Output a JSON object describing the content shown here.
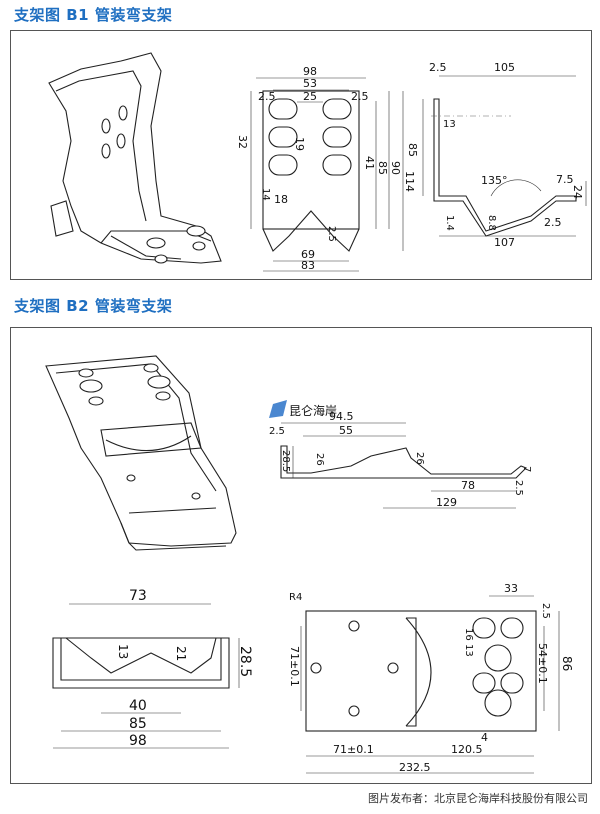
{
  "sections": [
    {
      "title": "支架图  B1  管装弯支架"
    },
    {
      "title": "支架图  B2  管装弯支架"
    }
  ],
  "b1": {
    "front": {
      "dims": [
        "98",
        "53",
        "25",
        "2.5",
        "2.5",
        "32",
        "19",
        "41",
        "85",
        "90",
        "114",
        "14",
        "18",
        "2.5",
        "69",
        "83"
      ]
    },
    "side": {
      "dims": [
        "2.5",
        "105",
        "13",
        "85",
        "135°",
        "8.8",
        "7.5",
        "24",
        "1.4",
        "2.5",
        "107"
      ]
    }
  },
  "b2": {
    "logo": "昆仑海岸",
    "side": {
      "dims": [
        "94.5",
        "55",
        "2.5",
        "28.5",
        "26",
        "26",
        "7",
        "78",
        "2.5",
        "129"
      ]
    },
    "front": {
      "dims": [
        "73",
        "13",
        "21",
        "28.5",
        "40",
        "85",
        "98"
      ]
    },
    "top": {
      "dims": [
        "R4",
        "33",
        "2.5",
        "16",
        "13",
        "54±0.1",
        "86",
        "71±0.1",
        "4",
        "71±0.1",
        "120.5",
        "232.5"
      ]
    }
  },
  "footer": "图片发布者：北京昆仑海岸科技股份有限公司"
}
